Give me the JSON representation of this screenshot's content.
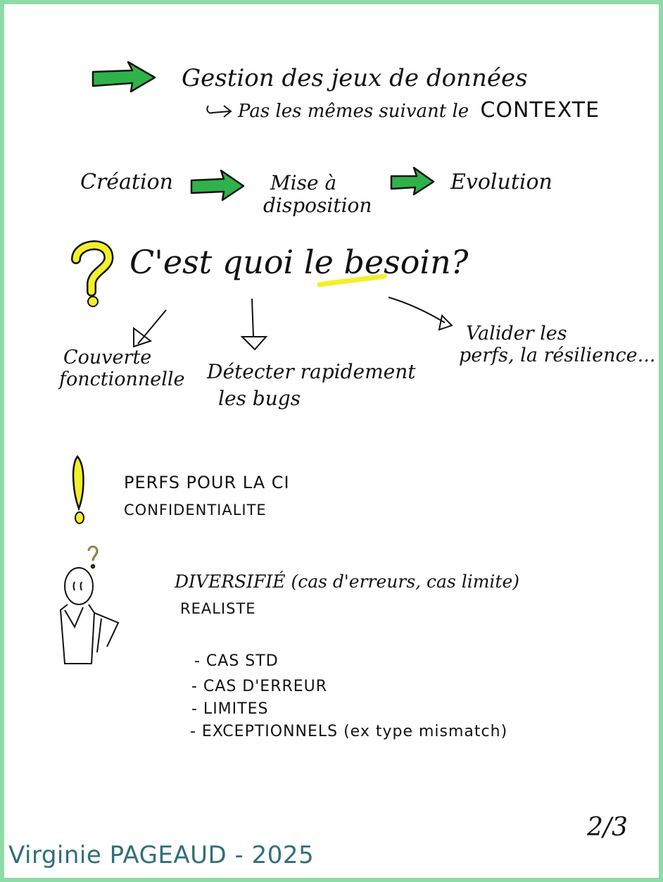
{
  "top": {
    "line1": "Gestion des jeux de données",
    "line2_prefix": "Pas les mêmes suivant le",
    "line2_emph": "CONTEXTE"
  },
  "flow": {
    "step1": "Création",
    "step2_line1": "Mise à",
    "step2_line2": "disposition",
    "step3": "Evolution"
  },
  "question": {
    "prefix": "C'est quoi le",
    "keyword": "besoin",
    "qmark": "?"
  },
  "needs": {
    "left_line1": "Couverte",
    "left_line2": "fonctionnelle",
    "middle_line1": "Détecter rapidement",
    "middle_line2": "les bugs",
    "right_line1": "Valider les",
    "right_line2": "perfs, la résilience..."
  },
  "warning": {
    "line1": "PERFS POUR LA CI",
    "line2": "CONFIDENTIALITE"
  },
  "data_traits": {
    "line1": "DIVERSIFIÉ (cas d'erreurs, cas limite)",
    "line2": "REALISTE",
    "items": [
      "- CAS STD",
      "- CAS D'ERREUR",
      "- LIMITES",
      "- EXCEPTIONNELS (ex type mismatch)"
    ]
  },
  "page_number": "2/3",
  "signature": "Virginie PAGEAUD - 2025",
  "colors": {
    "border": "#8fdba8",
    "arrow_green": "#2fb24a",
    "highlight_yellow": "#f3ef2a",
    "signature": "#2f6f7a"
  }
}
